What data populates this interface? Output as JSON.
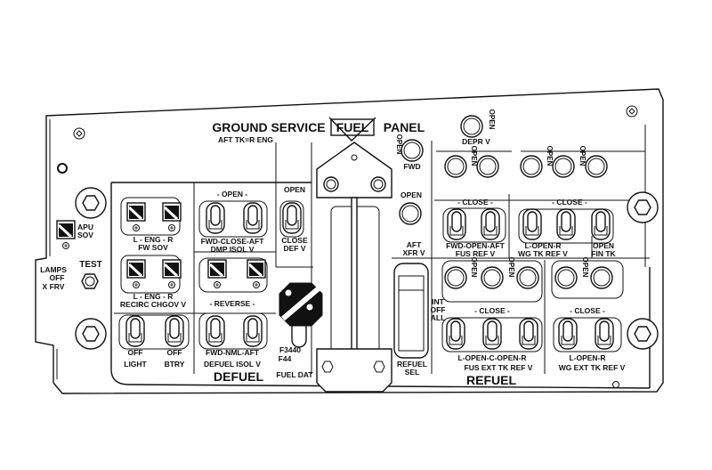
{
  "title": {
    "ground_service": "GROUND SERVICE",
    "fuel": "FUEL",
    "panel": "PANEL",
    "aft_tk": "AFT TK=R ENG"
  },
  "left": {
    "apu": "APU",
    "sov": "SOV",
    "test": "TEST",
    "lamps": "LAMPS",
    "off": "OFF",
    "x_frv": "X FRV"
  },
  "defuel": {
    "fw_sov_pos": "L - ENG - R",
    "fw_sov": "FW SOV",
    "recirc_pos": "L - ENG - R",
    "recirc": "RECIRC CHGOV V",
    "dmp_open": "- OPEN -",
    "dmp_pos": "FWD-CLOSE-AFT",
    "dmp": "DMP ISOL V",
    "def_open": "OPEN",
    "def_close": "CLOSE",
    "def": "DEF V",
    "reverse": "- REVERSE -",
    "isol_pos": "FWD-NML-AFT",
    "isol": "DEFUEL ISOL V",
    "light_off": "OFF",
    "btry_off": "OFF",
    "light": "LIGHT",
    "btry": "BTRY",
    "title": "DEFUEL"
  },
  "fuel_dat": {
    "part1": "F3440",
    "part2": "F44",
    "label": "FUEL DAT"
  },
  "center": {
    "open_fwd_open": "OPEN",
    "fwd": "FWD",
    "aft_open": "OPEN",
    "aft": "AFT",
    "xfr": "XFR V",
    "refuel": "REFUEL",
    "sel": "SEL",
    "int": "INT",
    "off": "OFF",
    "all": "ALL"
  },
  "depr": {
    "open": "OPEN",
    "label": "DEPR V"
  },
  "refuel": {
    "open": "OPEN",
    "fus_close": "- CLOSE -",
    "fus_pos": "FWD-OPEN-AFT",
    "fus": "FUS REF  V",
    "wg_close": "- CLOSE -",
    "wg_pos": "L-OPEN-R",
    "wg": "WG TK REF V",
    "fin_open": "OPEN",
    "fin": "FIN TK",
    "ext_close": "- CLOSE -",
    "ext_pos": "L-OPEN-C-OPEN-R",
    "ext": "FUS  EXT  TK  REF  V",
    "wgext_close": "- CLOSE -",
    "wgext_pos": "L-OPEN-R",
    "wgext": "WG EXT TK REF V",
    "title": "REFUEL"
  }
}
